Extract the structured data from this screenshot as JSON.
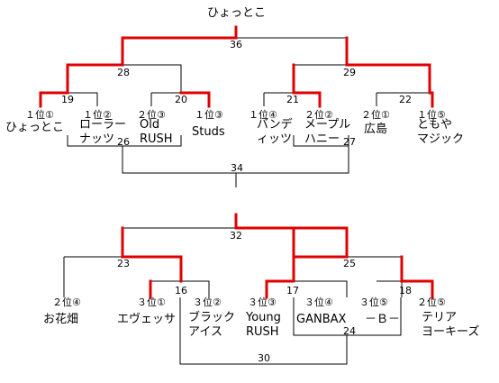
{
  "champion": "ひょっとこ",
  "colors": {
    "line": "#000000",
    "win": "#e00000"
  },
  "top": {
    "teams": [
      {
        "seed": "１位①",
        "name": "ひょっとこ"
      },
      {
        "seed": "１位②",
        "name": "ローラー\nナッツ"
      },
      {
        "seed": "２位③",
        "name": "Old\nRUSH"
      },
      {
        "seed": "１位③",
        "name": "Studs"
      },
      {
        "seed": "１位④",
        "name": "バンデ\nィッツ"
      },
      {
        "seed": "２位②",
        "name": "メープル\nハニー"
      },
      {
        "seed": "２位①",
        "name": "広島"
      },
      {
        "seed": "１位⑤",
        "name": "ともや\nマジック"
      }
    ],
    "match_numbers": [
      "19",
      "20",
      "21",
      "22",
      "28",
      "29",
      "36",
      "26",
      "27",
      "34"
    ]
  },
  "bottom": {
    "teams": [
      {
        "seed": "２位④",
        "name": "お花畑"
      },
      {
        "seed": "３位①",
        "name": "エヴェッサ"
      },
      {
        "seed": "３位②",
        "name": "ブラック\nアイス"
      },
      {
        "seed": "３位③",
        "name": "Young\nRUSH"
      },
      {
        "seed": "３位④",
        "name": "GANBAX"
      },
      {
        "seed": "３位⑤",
        "name": "－Ｂ－"
      },
      {
        "seed": "２位⑤",
        "name": "テリア\nヨーキーズ"
      }
    ],
    "match_numbers": [
      "16",
      "17",
      "18",
      "23",
      "25",
      "32",
      "24",
      "30"
    ]
  }
}
